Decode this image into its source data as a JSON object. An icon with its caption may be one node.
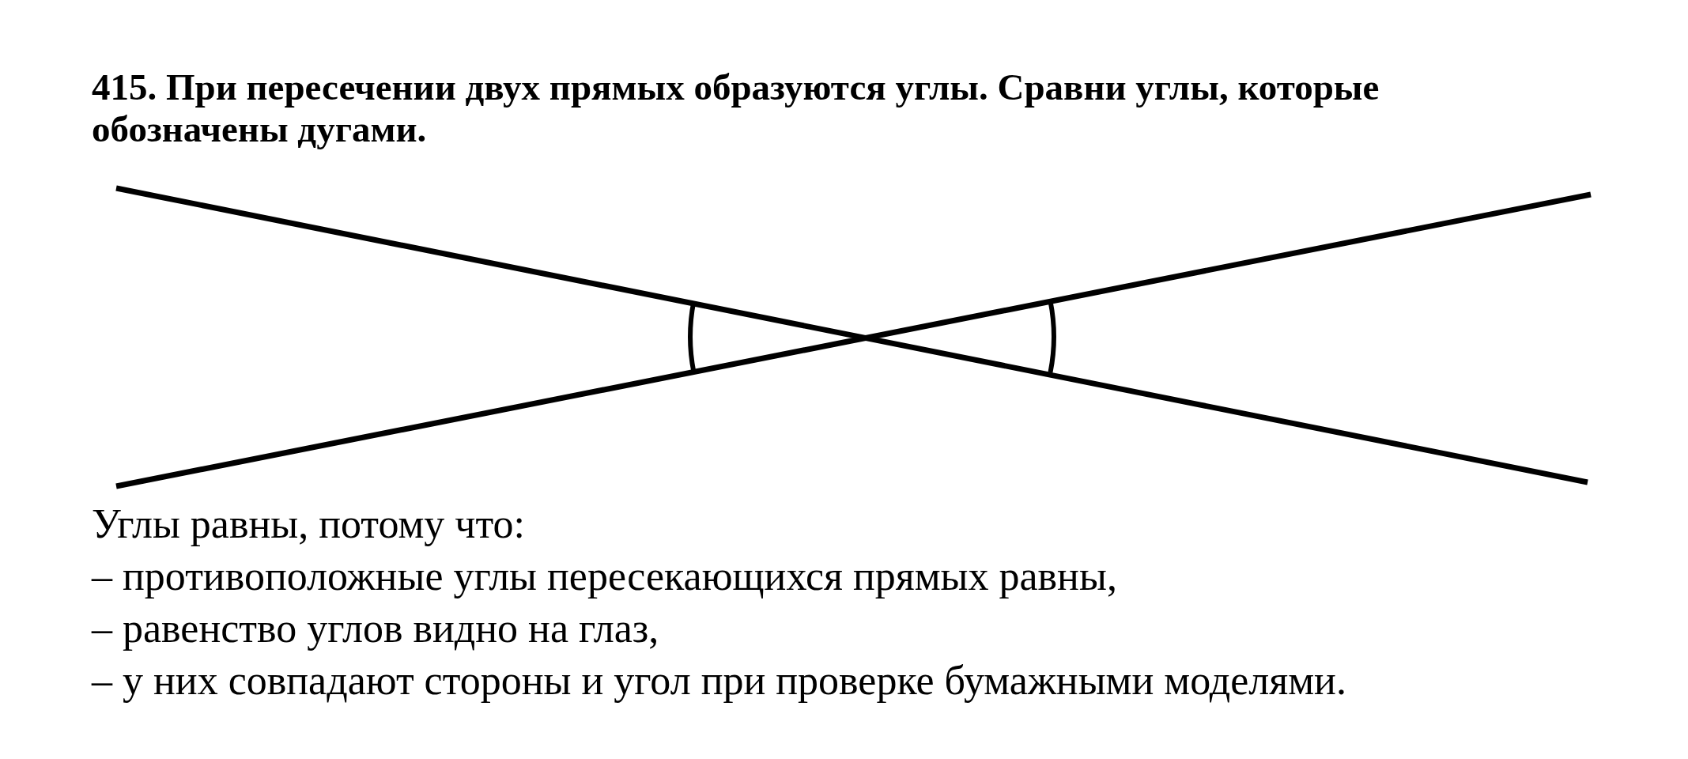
{
  "diagram": {
    "title": "415. При пересечении двух прямых образуются углы. Сравни углы, которые обозначены дугами.",
    "labels": [
      "Углы равны, потому что:",
      "– противоположные углы пересекающихся прямых равны,",
      "– равенство углов видно на глаз,",
      "– у них совпадают стороны и угол при проверке бумажными моделями."
    ]
  }
}
